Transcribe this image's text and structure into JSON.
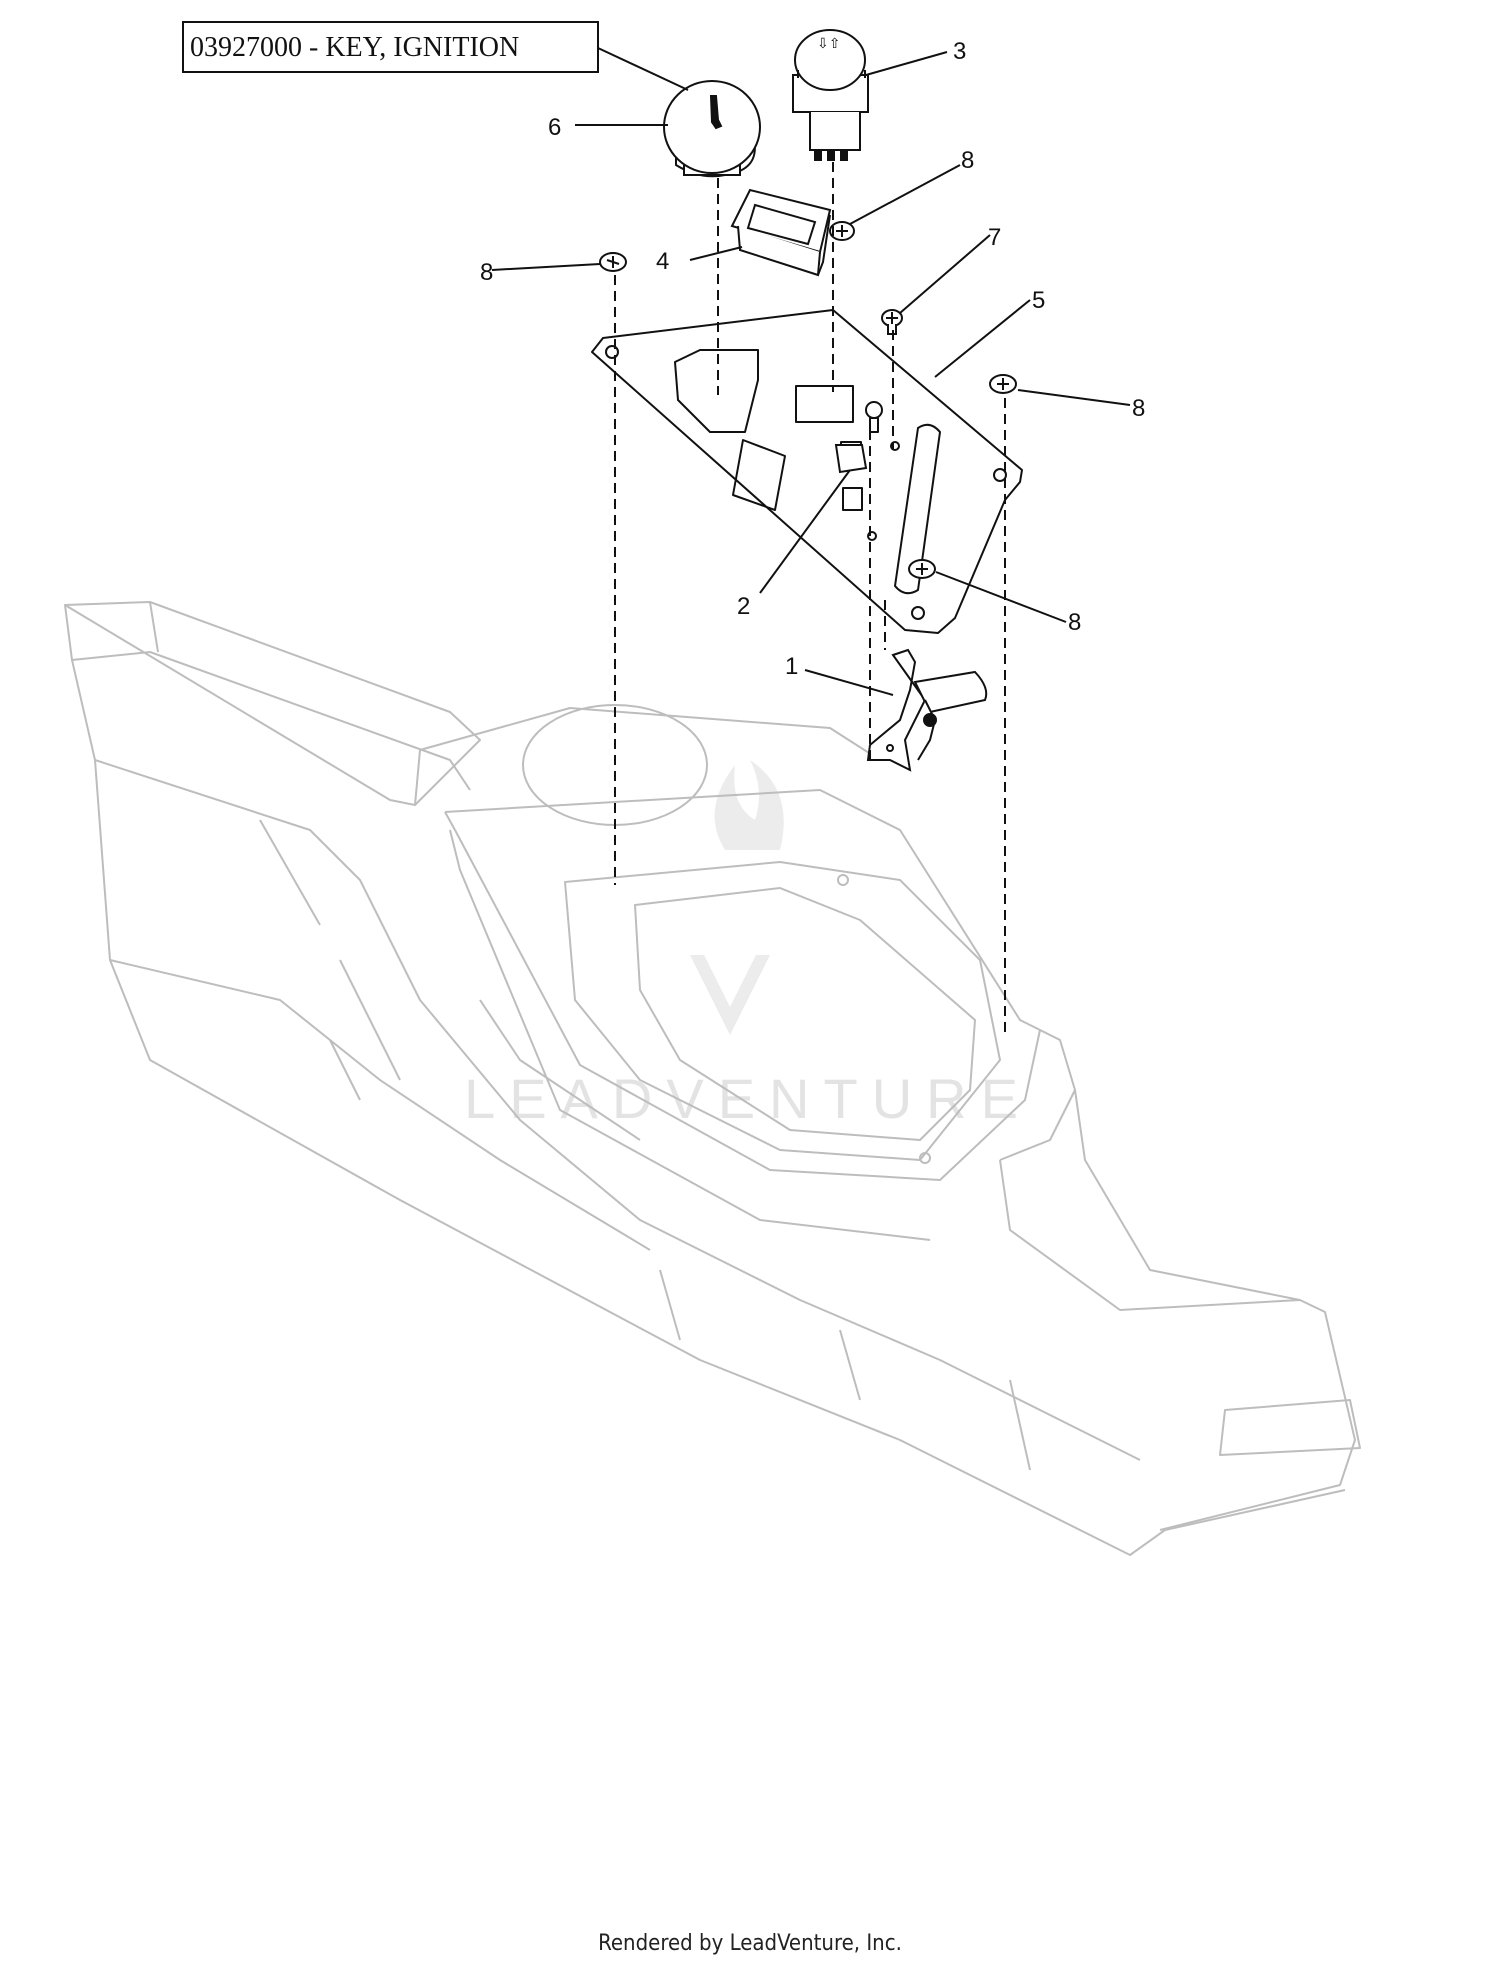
{
  "title_box": {
    "label": "03927000 - KEY, IGNITION"
  },
  "callouts": [
    {
      "id": "1",
      "part": "1"
    },
    {
      "id": "2",
      "part": "2"
    },
    {
      "id": "3",
      "part": "3"
    },
    {
      "id": "4",
      "part": "4"
    },
    {
      "id": "5",
      "part": "5"
    },
    {
      "id": "6",
      "part": "6"
    },
    {
      "id": "7",
      "part": "7"
    },
    {
      "id": "8a",
      "part": "8"
    },
    {
      "id": "8b",
      "part": "8"
    },
    {
      "id": "8c",
      "part": "8"
    },
    {
      "id": "8d",
      "part": "8"
    }
  ],
  "watermark": {
    "text": "LEADVENTURE"
  },
  "footer": {
    "text": "Rendered by LeadVenture, Inc."
  },
  "colors": {
    "ink": "#111111",
    "hood_outline": "#bdbdbd",
    "watermark": "#e3e3e3"
  }
}
